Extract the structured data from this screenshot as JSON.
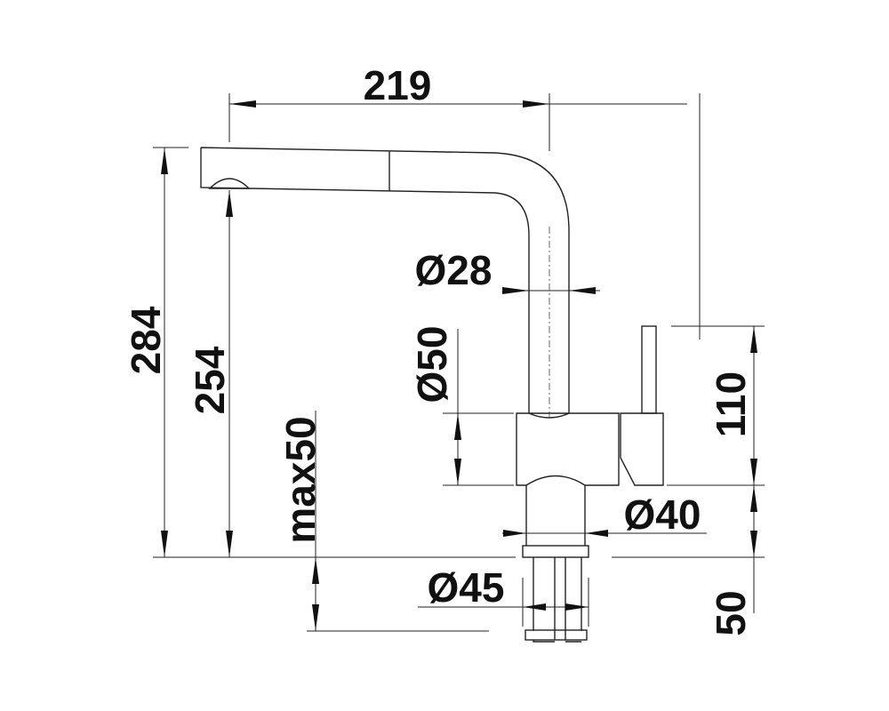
{
  "title": "Faucet dimension drawing",
  "dimensions": {
    "reach": "219",
    "total_height": "284",
    "spout_height": "254",
    "max_deck_thickness": "max50",
    "spout_diameter": "Ø28",
    "body_diameter": "Ø50",
    "neck_diameter": "Ø40",
    "base_diameter": "Ø45",
    "lever_height": "110",
    "base_height": "50"
  },
  "colors": {
    "line": "#222222",
    "background": "#ffffff"
  }
}
